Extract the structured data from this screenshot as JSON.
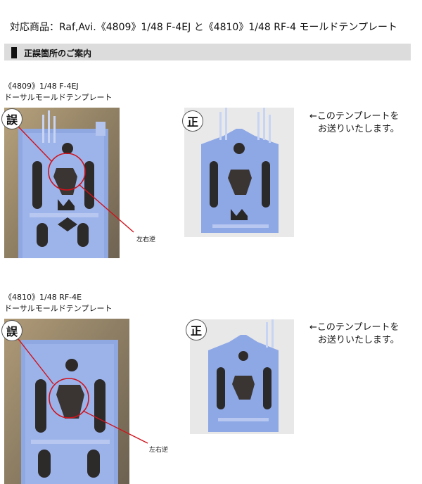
{
  "header": {
    "applies_to": "対応商品：Raf,Avi.《4809》1/48 F-4EJ と《4810》1/48 RF-4 モールドテンプレート"
  },
  "section": {
    "title": "正誤箇所のご案内"
  },
  "products": [
    {
      "code": "《4809》1/48 F-4EJ",
      "subtitle": "ドーサルモールドテンプレート",
      "wrong_badge": "誤",
      "correct_badge": "正",
      "mirror_label": "左右逆",
      "note_line1": "←このテンプレートを",
      "note_line2": "お送りいたします。"
    },
    {
      "code": "《4810》1/48 RF-4E",
      "subtitle": "ドーサルモールドテンプレート",
      "wrong_badge": "誤",
      "correct_badge": "正",
      "mirror_label": "左右逆",
      "note_line1": "←このテンプレートを",
      "note_line2": "お送りいたします。"
    }
  ],
  "colors": {
    "resin_blue": "#8ea9e6",
    "highlight_red": "#d0121b",
    "section_bar": "#dcdcdc"
  }
}
